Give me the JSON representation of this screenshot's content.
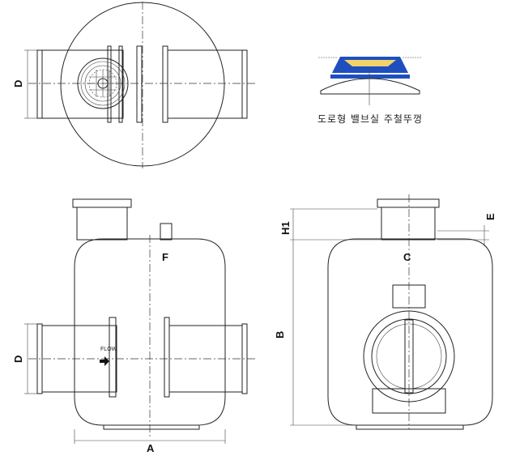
{
  "top_view": {
    "dim_label": "D"
  },
  "inset": {
    "caption": "도로형 밸브실 주철뚜껑",
    "frame_color": "#1f4fbf",
    "cover_color": "#f2d36b"
  },
  "front_view": {
    "dim_d": "D",
    "dim_f": "F",
    "dim_a": "A",
    "flow_label": "FLOW"
  },
  "side_view": {
    "dim_h1": "H1",
    "dim_b": "B",
    "dim_c": "C",
    "dim_e": "E"
  }
}
